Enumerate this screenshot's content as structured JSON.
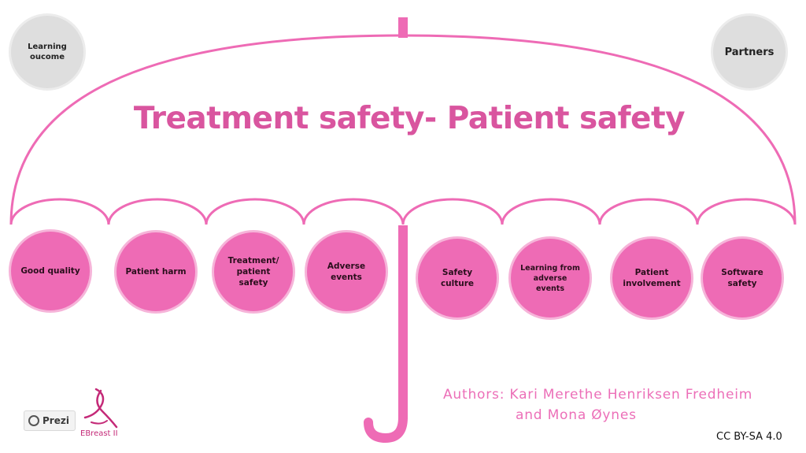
{
  "colors": {
    "accent": "#ee6bb5",
    "title": "#d9559f",
    "gray": "#dedede"
  },
  "corner": {
    "learning_outcome": "Learning\noucome",
    "partners": "Partners"
  },
  "title": "Treatment safety- Patient safety",
  "topics": [
    {
      "label": "Good quality"
    },
    {
      "label": "Patient harm"
    },
    {
      "label": "Treatment/ patient safety"
    },
    {
      "label": "Adverse events"
    },
    {
      "label": "Safety culture"
    },
    {
      "label": "Learning from adverse events"
    },
    {
      "label": "Patient involvement"
    },
    {
      "label": "Software safety"
    }
  ],
  "authors": {
    "line1": "Authors: Kari Merethe Henriksen Fredheim",
    "line2": "and Mona Øynes"
  },
  "license": "CC BY-SA 4.0",
  "logos": {
    "prezi": "Prezi",
    "ebreast": "EBreast II",
    "prezi_icon": "prezi-logo-icon",
    "ebreast_icon": "ebreast-ribbon-icon"
  }
}
